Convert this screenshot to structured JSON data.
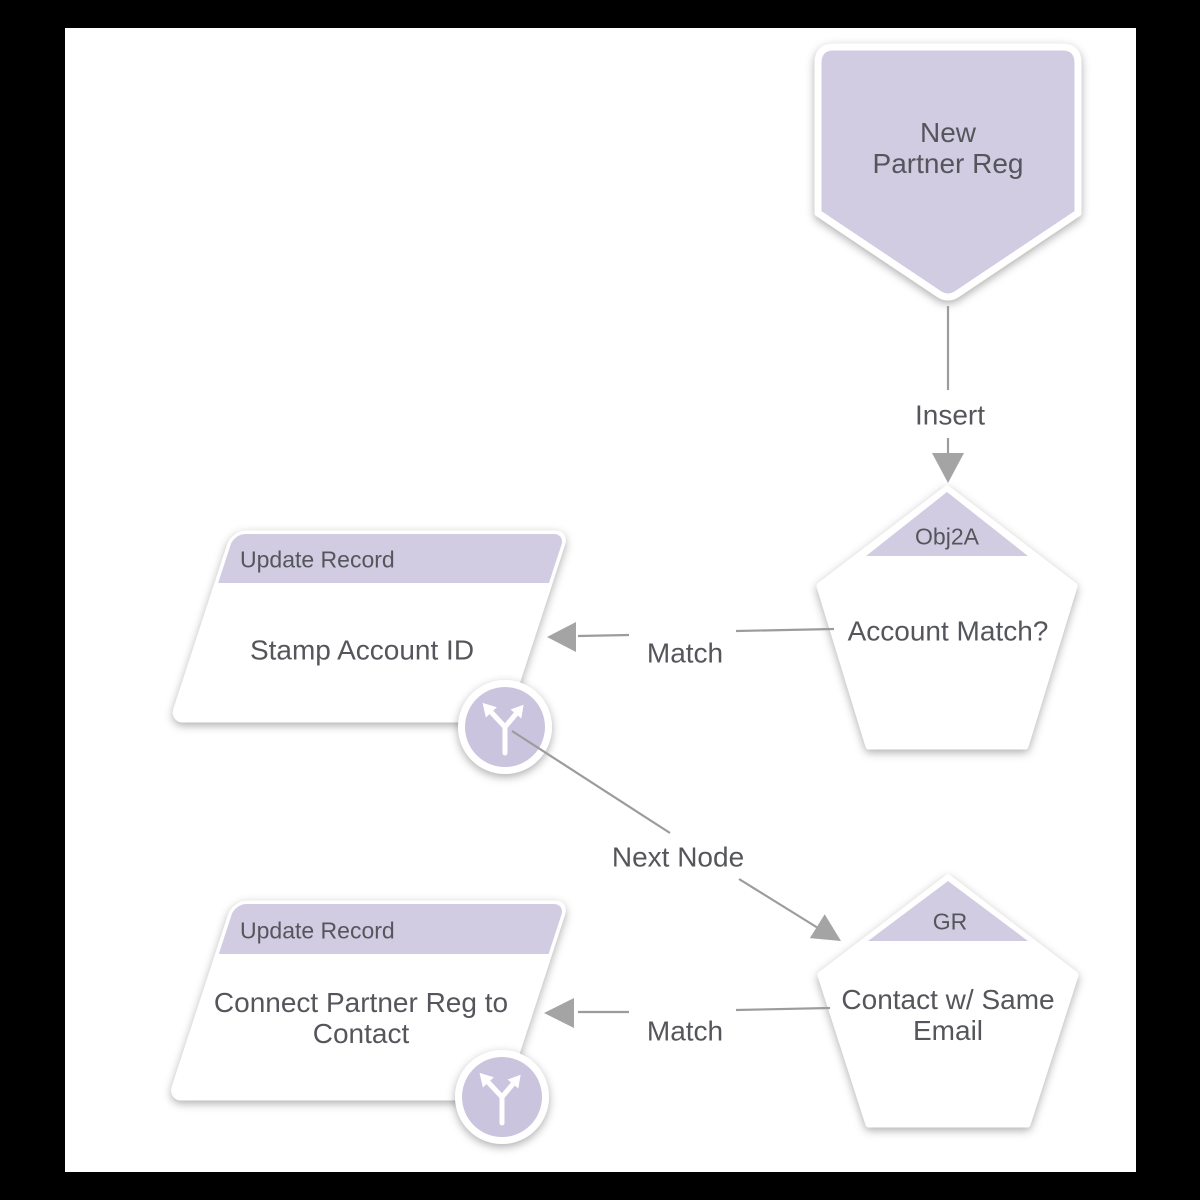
{
  "flow": {
    "nodes": {
      "start": {
        "label": "New\nPartner Reg"
      },
      "decision1": {
        "badge": "Obj2A",
        "label": "Account Match?"
      },
      "action1": {
        "header": "Update Record",
        "label": "Stamp Account ID"
      },
      "decision2": {
        "badge": "GR",
        "label": "Contact w/ Same\nEmail"
      },
      "action2": {
        "header": "Update Record",
        "label": "Connect Partner Reg to\nContact"
      }
    },
    "edges": {
      "insert": {
        "label": "Insert"
      },
      "match1": {
        "label": "Match"
      },
      "next_node": {
        "label": "Next Node"
      },
      "match2": {
        "label": "Match"
      }
    },
    "icons": {
      "action1_badge": "branch-icon",
      "action2_badge": "branch-icon"
    },
    "colors": {
      "node_purple": "#d2cce3",
      "circle_purple": "#cbc4de",
      "text": "#55565b",
      "line": "#9c9c9c",
      "arrowhead": "#a4a4a4",
      "canvas": "#ffffff",
      "frame": "#000000"
    }
  }
}
